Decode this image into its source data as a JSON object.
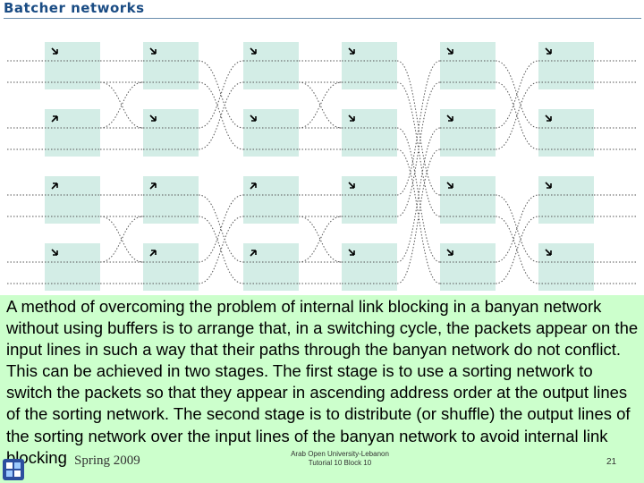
{
  "slide": {
    "title": "Batcher networks",
    "paragraph": "A method of overcoming the problem of internal link blocking in a banyan network without using buffers is to arrange that, in a switching cycle, the packets appear on the input lines in such a way that their paths through the banyan network do not conflict. This can be achieved in two stages. The first stage is to use a sorting network to switch the packets so that they appear in ascending address order at the output lines of the sorting network. The second stage is to distribute (or shuffle) the output lines of the sorting network over the input lines of the banyan network to avoid internal link blocking",
    "footer_left": "Spring 2009",
    "footer_center_line1": "Arab Open University-Lebanon",
    "footer_center_line2": "Tutorial 10 Block 10",
    "page_number": "21"
  },
  "diagram": {
    "columns": 6,
    "rows": 4,
    "colors": {
      "element_fill": "#d3ede6",
      "line": "#555555",
      "accent": "#1a4c84",
      "text_panel": "#ccffcc"
    },
    "sorter_directions": [
      [
        "down",
        "down",
        "down",
        "down",
        "down",
        "down"
      ],
      [
        "up",
        "down",
        "down",
        "down",
        "down",
        "down"
      ],
      [
        "up",
        "up",
        "up",
        "down",
        "down",
        "down"
      ],
      [
        "down",
        "up",
        "up",
        "down",
        "down",
        "down"
      ]
    ],
    "arrow_icons": {
      "down": "down-arrow-icon",
      "up": "up-arrow-icon"
    }
  }
}
